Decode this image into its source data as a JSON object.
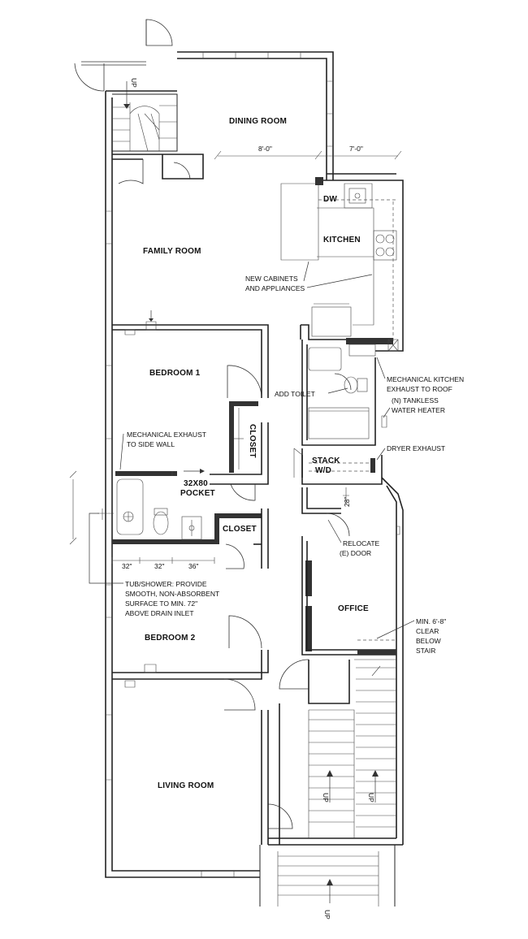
{
  "rooms": {
    "dining_room": "DINING ROOM",
    "family_room": "FAMILY ROOM",
    "kitchen": "KITCHEN",
    "dw": "DW",
    "bedroom_1": "BEDROOM 1",
    "closet_vertical": "CLOSET",
    "closet": "CLOSET",
    "stack_line1": "STACK",
    "stack_line2": "W/D",
    "office": "OFFICE",
    "bedroom_2": "BEDROOM 2",
    "living_room": "LIVING ROOM"
  },
  "stairs": {
    "up_top": "UP",
    "up_left": "UP",
    "up_right": "UP",
    "up_bottom": "UP"
  },
  "dimensions": {
    "dining_left": "8'-0\"",
    "dining_right": "7'-0\"",
    "pocket_line1": "32X80",
    "pocket_line2": "POCKET",
    "bath_1": "32\"",
    "bath_2": "32\"",
    "bath_3": "36\"",
    "office_door": "28\""
  },
  "notes": {
    "cabinets": [
      "NEW CABINETS",
      "AND APPLIANCES"
    ],
    "mech_exhaust": [
      "MECHANICAL EXHAUST",
      "TO SIDE WALL"
    ],
    "add_toilet": [
      "ADD TOILET"
    ],
    "kitchen_exhaust": [
      "MECHANICAL KITCHEN",
      "EXHAUST TO ROOF"
    ],
    "water_heater": [
      "(N) TANKLESS",
      "WATER HEATER"
    ],
    "dryer": [
      "DRYER EXHAUST"
    ],
    "relocate": [
      "RELOCATE",
      "(E) DOOR"
    ],
    "clear": [
      "MIN. 6'-8\"",
      "CLEAR",
      "BELOW",
      "STAIR"
    ],
    "tub": [
      "TUB/SHOWER: PROVIDE",
      "SMOOTH, NON-ABSORBENT",
      "SURFACE TO MIN. 72\"",
      "ABOVE DRAIN INLET"
    ]
  }
}
